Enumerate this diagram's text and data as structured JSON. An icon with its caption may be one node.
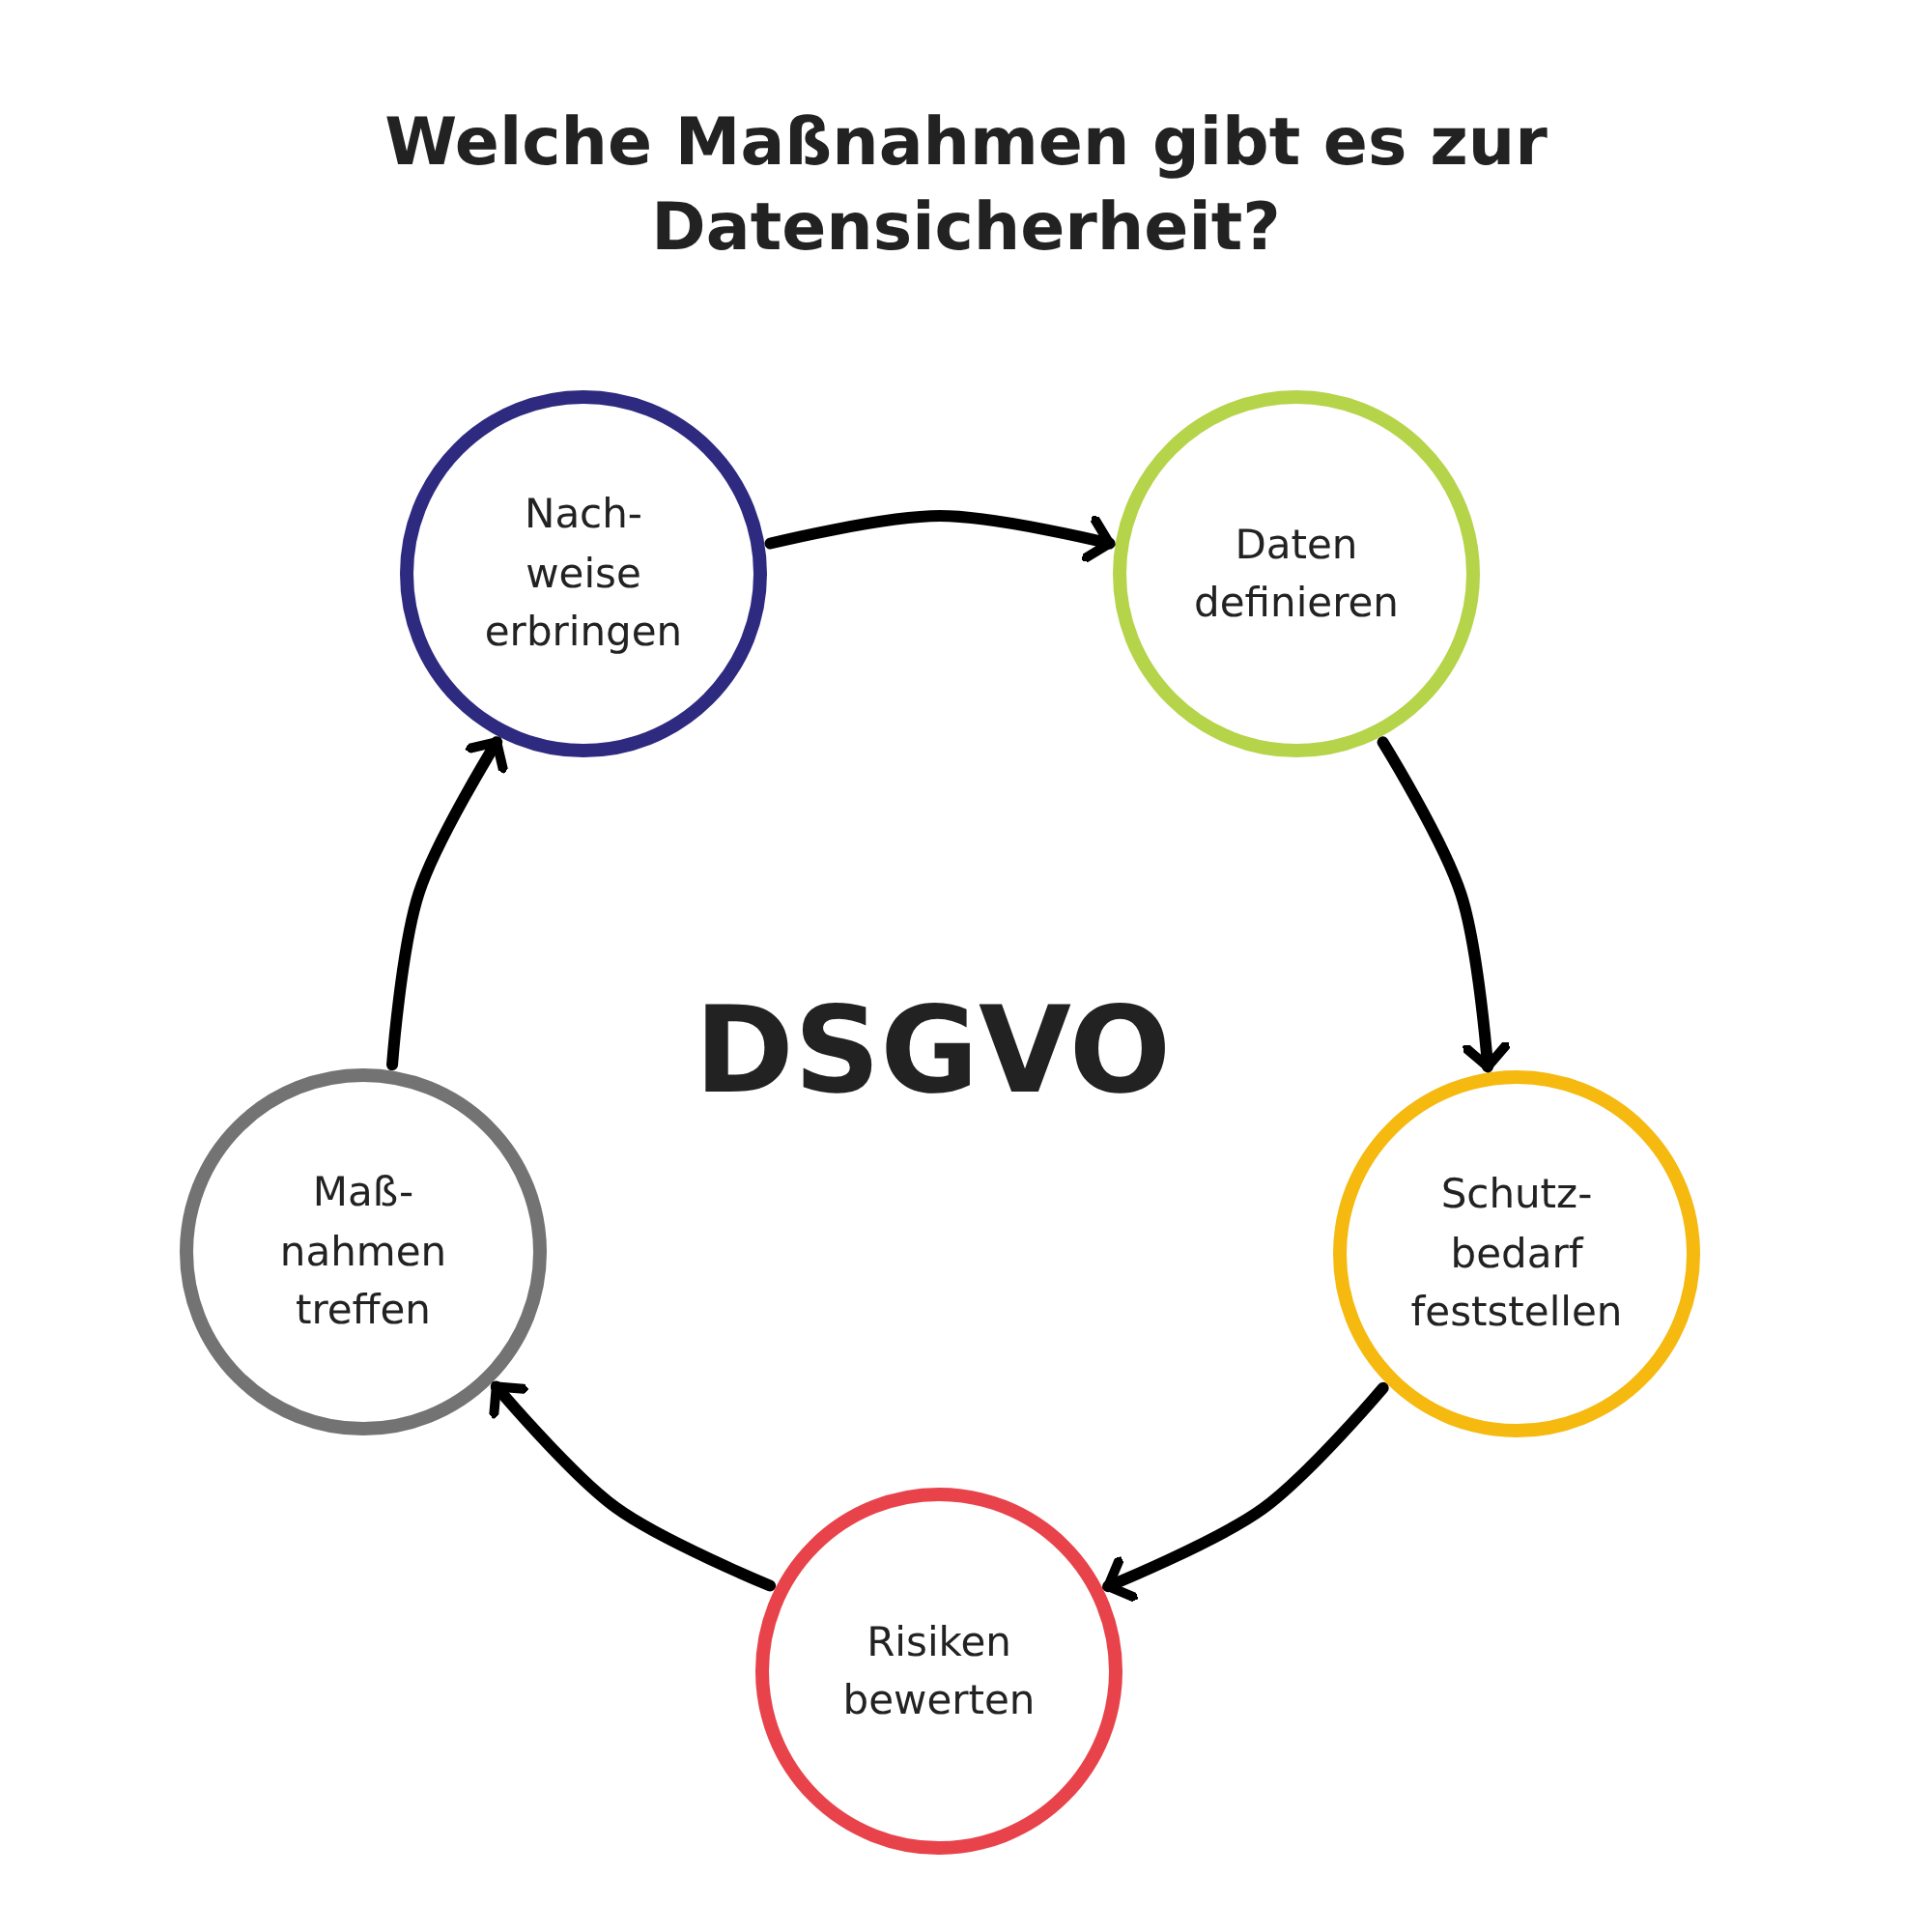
{
  "diagram": {
    "title": "Welche Maßnahmen gibt es zur Datensicherheit?",
    "nodes": [
      {
        "text": [
          "Nach- weise erbringen"
        ]
      },
      {
        "text": [
          "Daten definieren"
        ]
      },
      {
        "text": [
          "Schutz- bedarf feststellen"
        ]
      },
      {
        "text": [
          "Risiken bewerten"
        ]
      },
      {
        "text": [
          "Maß- nahmen treffen"
        ]
      }
    ],
    "edges": [
      {
        "from": 0,
        "to": 1,
        "arrow": "to"
      },
      {
        "from": 1,
        "to": 2,
        "arrow": "to"
      },
      {
        "from": 2,
        "to": 3,
        "arrow": "to"
      },
      {
        "from": 3,
        "to": 4,
        "arrow": "to"
      },
      {
        "from": 4,
        "to": 0,
        "arrow": "to"
      }
    ],
    "labels": [
      "DSGVO"
    ]
  }
}
